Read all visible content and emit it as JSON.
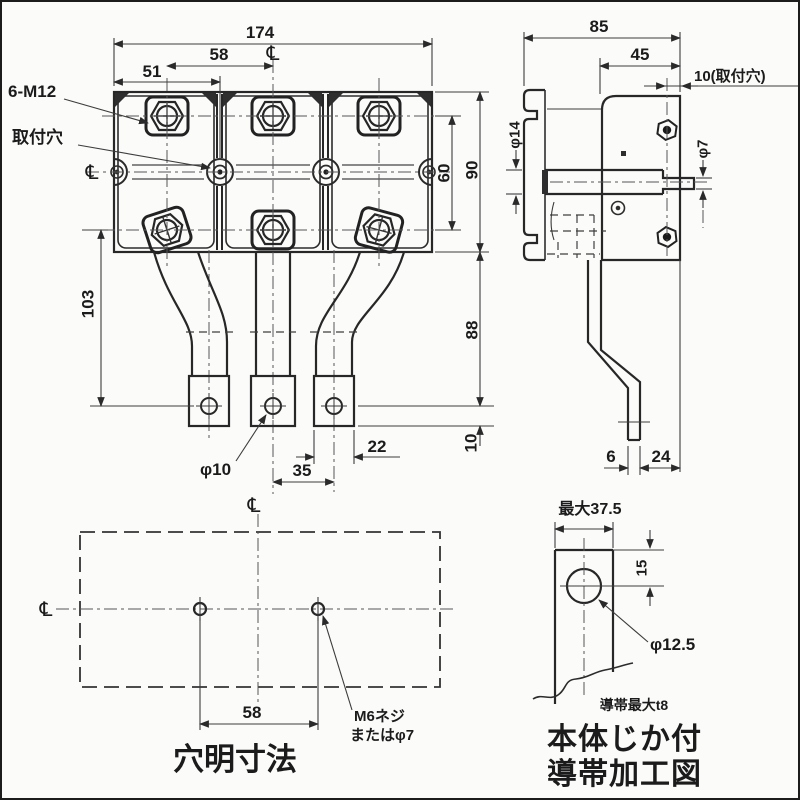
{
  "front": {
    "dim_width_total": "174",
    "dim_pitch": "58",
    "dim_hole_pitch": "51",
    "dim_height_terminal": "103",
    "dim_bolt_rows": "60",
    "dim_body_height": "90",
    "dim_terminal_drop": "88",
    "dim_pad_tail": "10",
    "dim_pad_width": "22",
    "dim_pad_pitch": "35",
    "label_bolts": "6-M12",
    "label_mounting_hole": "取付穴",
    "label_pad_hole": "φ10",
    "cl_top": "℄",
    "cl_left": "℄"
  },
  "side": {
    "dim_depth_total": "85",
    "dim_bracket": "45",
    "dim_edge_hole": "10(取付穴)",
    "dim_bar_dia": "φ14",
    "dim_tip_dia": "φ7",
    "dim_tip_thickness": "6",
    "dim_tip_offset": "24"
  },
  "drilling": {
    "title": "穴明寸法",
    "dim_hole_pitch": "58",
    "label_screw_line1": "M6ネジ",
    "label_screw_line2": "またはφ7",
    "cl_top": "℄",
    "cl_left": "℄"
  },
  "strip": {
    "title_line1": "本体じか付",
    "title_line2": "導帯加工図",
    "dim_max_width": "最大37.5",
    "dim_hole_offset": "15",
    "label_hole_dia": "φ12.5",
    "note_max_thickness": "導帯最大t8"
  }
}
